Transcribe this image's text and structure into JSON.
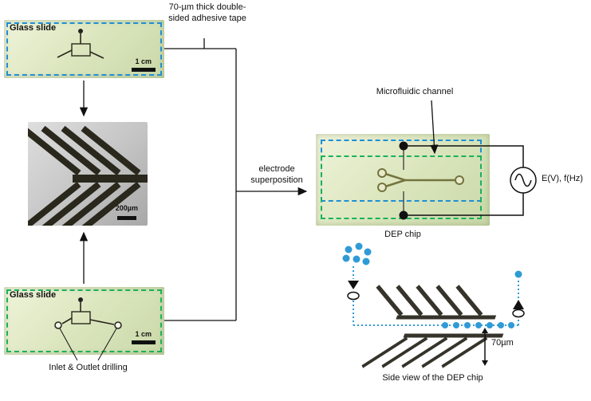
{
  "colors": {
    "blue_dashed": "#1e8fd5",
    "green_dashed": "#19b25b",
    "particle_blue": "#2f9bd6"
  },
  "labels": {
    "tape": "70-µm thick double-sided adhesive tape",
    "glass_slide_top": "Glass slide",
    "glass_slide_bottom": "Glass slide",
    "scale_top": "1 cm",
    "scale_bottom": "1 cm",
    "scale_micrograph": "200µm",
    "inlet_outlet": "Inlet & Outlet drilling",
    "superposition": "electrode superposition",
    "microfluidic": "Microfluidic channel",
    "dep_chip": "DEP chip",
    "signal": "E(V), f(Hz)",
    "gap": "70µm",
    "side_view": "Side view of the DEP chip"
  }
}
